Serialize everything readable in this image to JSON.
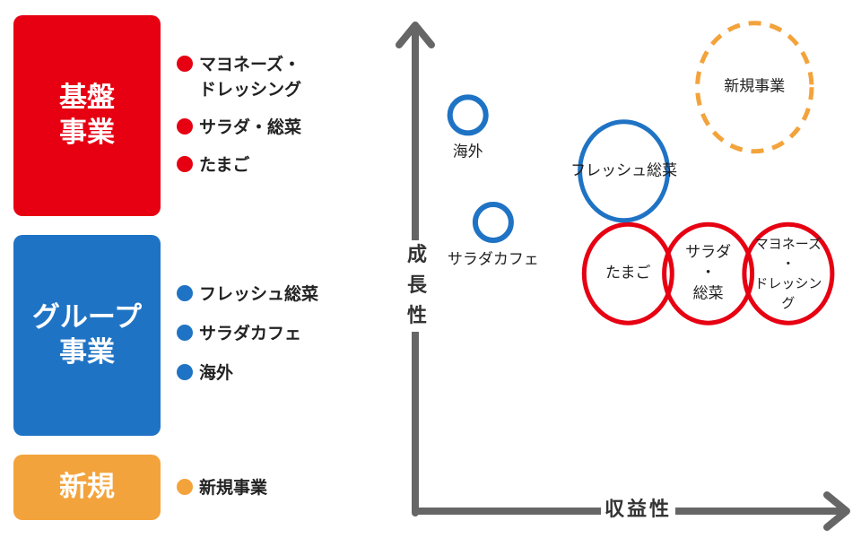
{
  "colors": {
    "core": "#e60012",
    "group": "#1f73c4",
    "new": "#f3a33b",
    "axis": "#666666"
  },
  "legend": [
    {
      "key": "core",
      "title": "基盤\n事業",
      "items": [
        "マヨネーズ・\nドレッシング",
        "サラダ・総菜",
        "たまご"
      ]
    },
    {
      "key": "group",
      "title": "グループ\n事業",
      "items": [
        "フレッシュ総菜",
        "サラダカフェ",
        "海外"
      ]
    },
    {
      "key": "new",
      "title": "新規",
      "items": [
        "新規事業"
      ]
    }
  ],
  "chart": {
    "y_axis_label": "成\n長\n性",
    "x_axis_label": "収益性"
  },
  "chart_data": {
    "type": "scatter",
    "title": "",
    "xlabel": "収益性",
    "ylabel": "成長性",
    "xlim": [
      0,
      100
    ],
    "ylim": [
      0,
      100
    ],
    "series": [
      {
        "name": "基盤事業",
        "points": [
          {
            "label": "たまご",
            "x": 49,
            "y": 49,
            "size": 20
          },
          {
            "label": "サラダ\n・\n総菜",
            "x": 68,
            "y": 49,
            "size": 20
          },
          {
            "label": "マヨネーズ\n・\nドレッシング",
            "x": 87,
            "y": 49,
            "size": 20
          }
        ]
      },
      {
        "name": "グループ事業",
        "points": [
          {
            "label": "フレッシュ総菜",
            "x": 48,
            "y": 71,
            "size": 20
          },
          {
            "label": "サラダカフェ",
            "x": 17,
            "y": 60,
            "size": 8
          },
          {
            "label": "海外",
            "x": 11,
            "y": 83,
            "size": 8
          }
        ]
      },
      {
        "name": "新規",
        "points": [
          {
            "label": "新規事業",
            "x": 79,
            "y": 89,
            "size": 26
          }
        ]
      }
    ]
  }
}
